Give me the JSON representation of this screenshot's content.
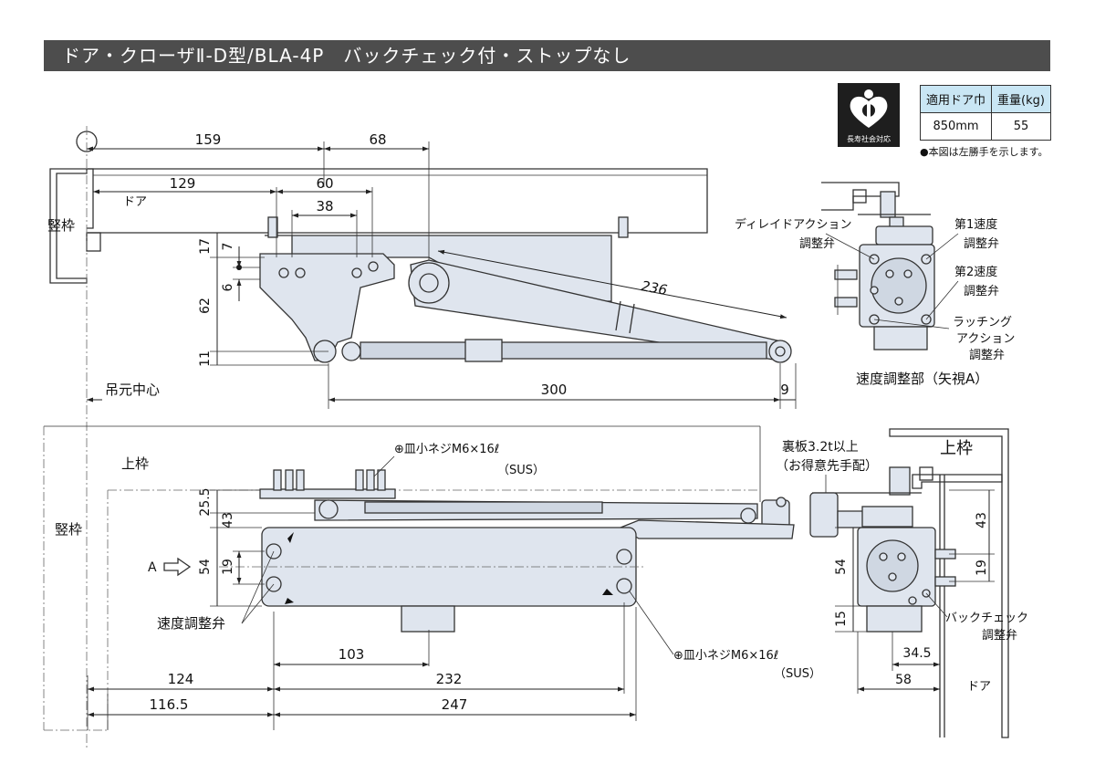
{
  "title": "ドア・クローザⅡ-D型/BLA-4P　バックチェック付・ストップなし",
  "logo": {
    "label": "長寿社会対応",
    "icon": "accessibility-mark-icon"
  },
  "spec_table": {
    "headers": [
      "適用ドア巾",
      "重量(kg)"
    ],
    "values": [
      "850mm",
      "55"
    ]
  },
  "note": "●本図は左勝手を示します。",
  "top_view": {
    "dims": {
      "d159": "159",
      "d68": "68",
      "d129": "129",
      "d60": "60",
      "d38": "38",
      "d236": "236",
      "d300": "300",
      "d9": "9",
      "d17": "17",
      "d7": "7",
      "d6": "6",
      "d62": "62",
      "d11": "11"
    },
    "labels": {
      "frame": "竪枠",
      "door": "ドア",
      "hinge_center": "吊元中心"
    }
  },
  "speed_view": {
    "caption": "速度調整部（矢視A）",
    "delay_valve": [
      "ディレイドアクション",
      "調整弁"
    ],
    "speed1_valve": [
      "第1速度",
      "調整弁"
    ],
    "speed2_valve": [
      "第2速度",
      "調整弁"
    ],
    "latch_valve": [
      "ラッチング",
      "アクション",
      "調整弁"
    ]
  },
  "front_view": {
    "dims": {
      "d25_5": "25.5",
      "d43": "43",
      "d54": "54",
      "d19": "19",
      "d103": "103",
      "d232": "232",
      "d124": "124",
      "d247": "247",
      "d116_5": "116.5"
    },
    "labels": {
      "top_frame": "上枠",
      "frame": "竪枠",
      "arrow_a": "A",
      "speed_valve": "速度調整弁",
      "screw_top": "⊕皿小ネジM6×16ℓ",
      "screw_top_sus": "（SUS）",
      "screw_bottom": "⊕皿小ネジM6×16ℓ",
      "screw_bottom_sus": "（SUS）"
    }
  },
  "side_view": {
    "dims": {
      "d43": "43",
      "d19": "19",
      "d54": "54",
      "d15": "15",
      "d34_5": "34.5",
      "d58": "58"
    },
    "labels": {
      "backplate": [
        "裏板3.2t以上",
        "（お得意先手配）"
      ],
      "top_frame": "上枠",
      "backcheck": [
        "バックチェック",
        "調整弁"
      ],
      "door": "ドア"
    }
  }
}
